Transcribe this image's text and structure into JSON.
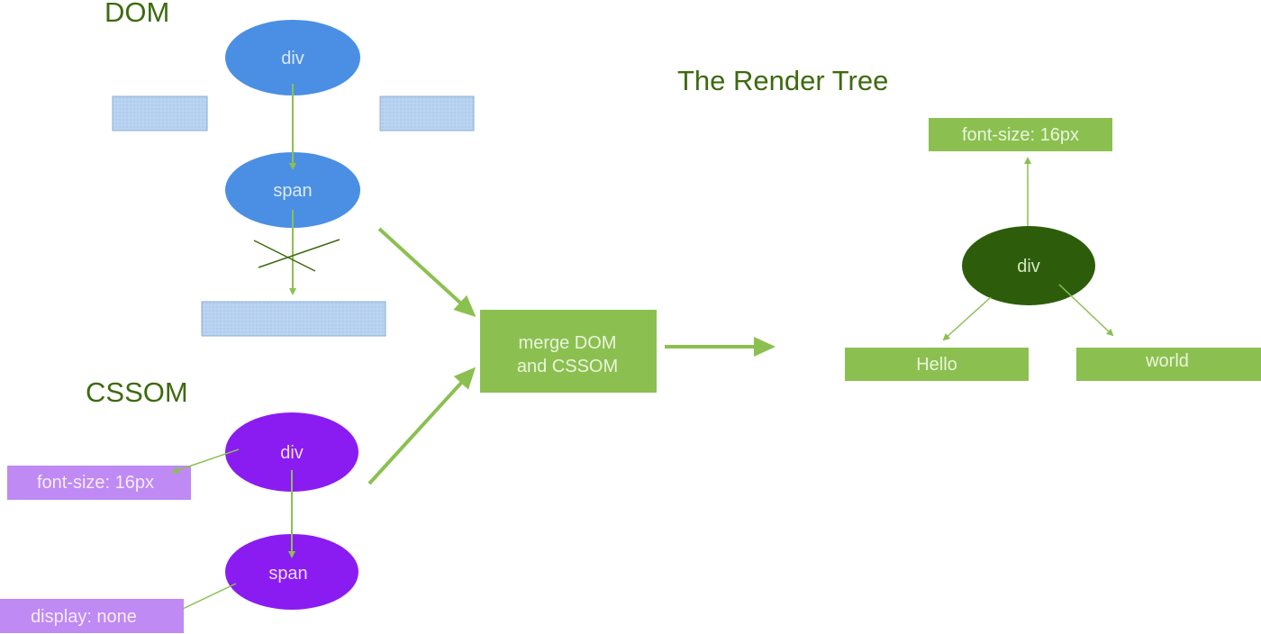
{
  "colors": {
    "heading": "#3d6b0f",
    "dom_node": "#4a8fe3",
    "dom_text": "#dce9fb",
    "placeholder_fill": "#b8d2f0",
    "placeholder_border": "#8aaed8",
    "cssom_node": "#8a1cf2",
    "cssom_text": "#eddcff",
    "cssom_box": "#bf8af3",
    "cssom_box_text": "#f5ecff",
    "green": "#8bc050",
    "green_text": "#eaf4dd",
    "render_node": "#2d5d0a",
    "render_node_text": "#d6e8c4",
    "cross": "#3d6b0f"
  },
  "dom": {
    "title": "DOM",
    "nodes": {
      "div": "div",
      "span": "span"
    }
  },
  "cssom": {
    "title": "CSSOM",
    "nodes": {
      "div": "div",
      "span": "span"
    },
    "styles": {
      "div": "font-size: 16px",
      "span": "display: none"
    }
  },
  "merge": {
    "line1": "merge DOM",
    "line2": "and CSSOM"
  },
  "render_tree": {
    "title": "The Render Tree",
    "root": "div",
    "style": "font-size: 16px",
    "children": {
      "left": "Hello",
      "right": "world"
    }
  }
}
